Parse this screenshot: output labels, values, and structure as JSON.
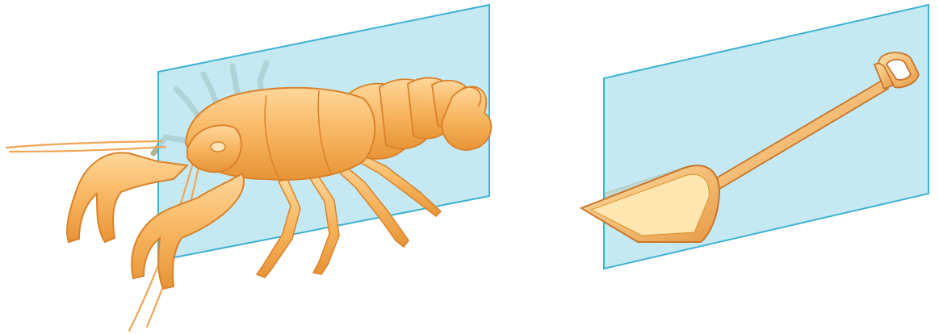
{
  "illustration": {
    "panels": [
      {
        "subject": "crayfish",
        "plane": "symmetry-plane"
      },
      {
        "subject": "shovel",
        "plane": "symmetry-plane"
      }
    ]
  },
  "colors": {
    "background": "#ffffff",
    "plane_fill": "#aee1ef",
    "plane_edge": "#3fb1d2",
    "body_fill": "#f6b25b",
    "body_highlight": "#ffd79a",
    "body_outline": "#d9822b",
    "body_shadow": "#e79436"
  }
}
